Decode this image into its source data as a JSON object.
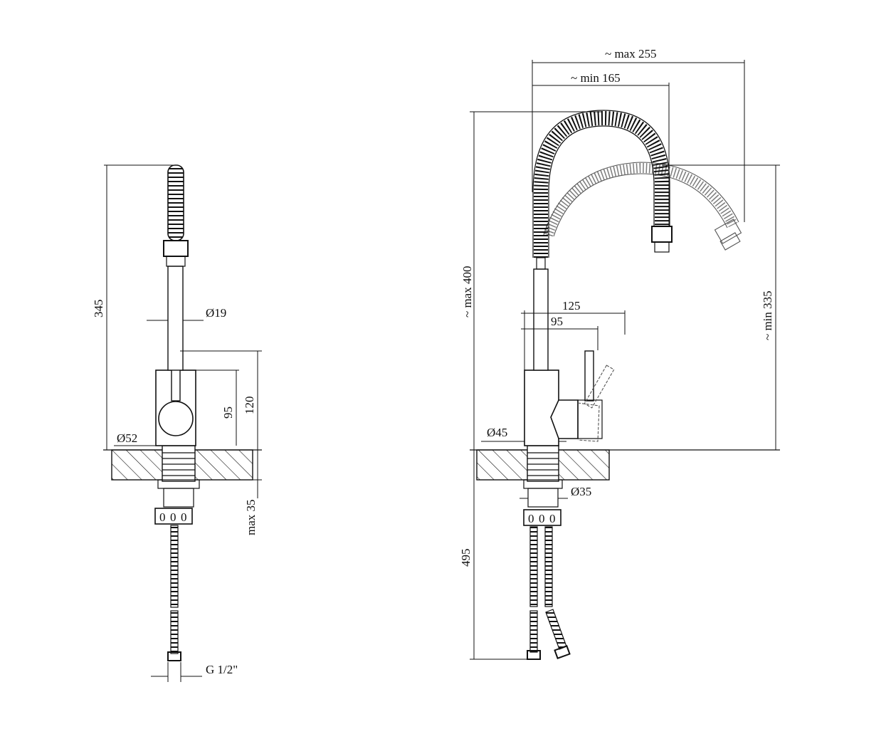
{
  "front_view": {
    "height_total": "345",
    "spout_diameter": "Ø19",
    "body_height": "95",
    "handle_height": "120",
    "base_diameter": "Ø52",
    "max_counter_thickness": "max 35",
    "thread": "G 1/2\"",
    "valve_labels": [
      "0",
      "0",
      "0"
    ]
  },
  "side_view": {
    "max_reach": "~ max 255",
    "min_reach": "~ min 165",
    "max_height": "~ max 400",
    "min_height": "~ min 335",
    "handle_reach": "125",
    "body_reach": "95",
    "body_diameter": "Ø45",
    "shank_diameter": "Ø35",
    "hose_length": "495",
    "valve_labels": [
      "0",
      "0",
      "0"
    ]
  }
}
